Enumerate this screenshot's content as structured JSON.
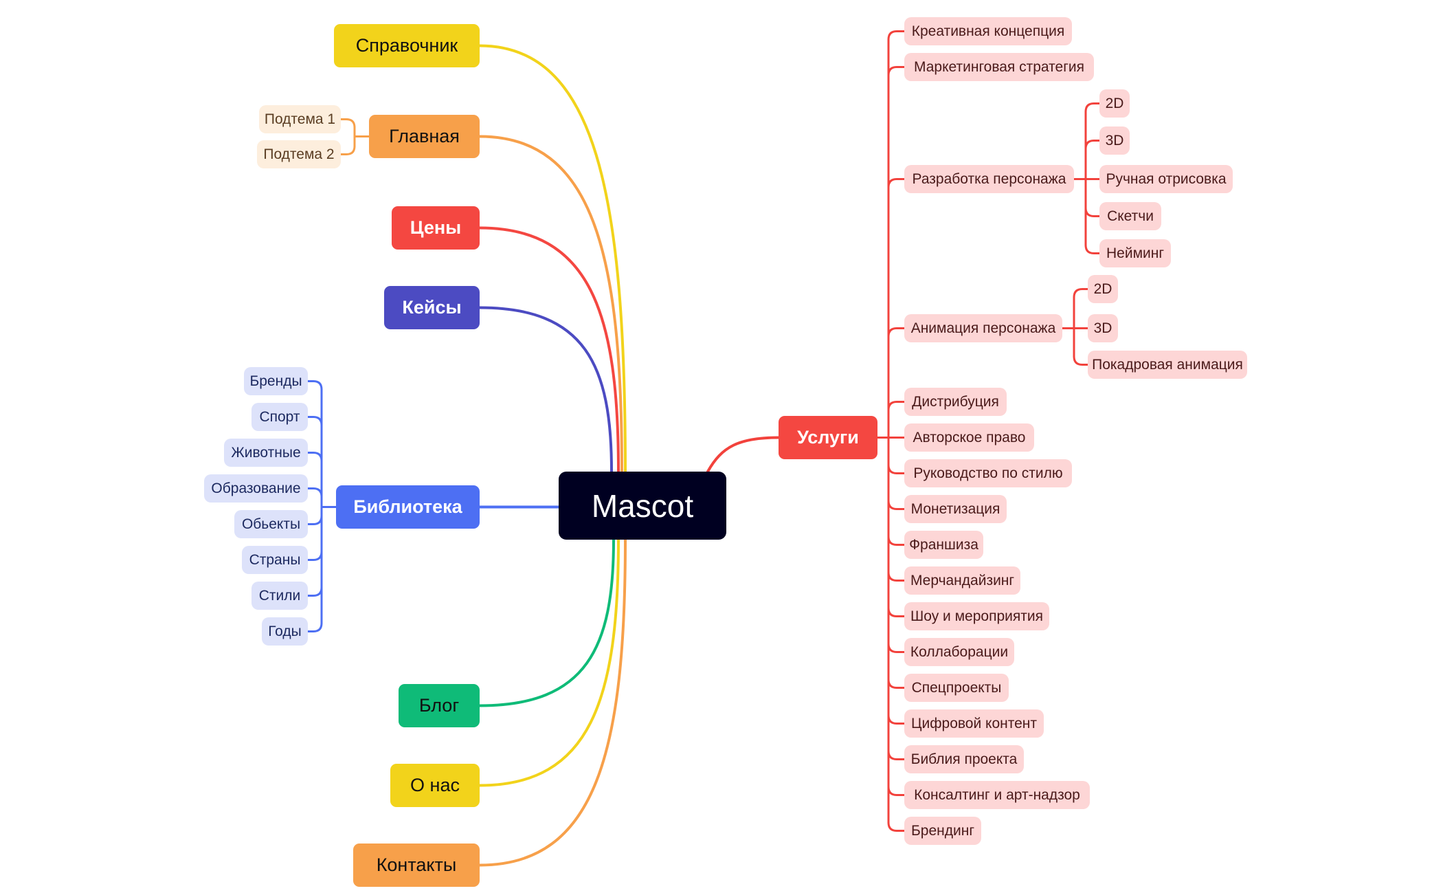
{
  "colors": {
    "root_bg": "#000021",
    "yellow": "#f2d31b",
    "orange": "#f7a04a",
    "red": "#f44741",
    "indigo": "#4c4bc2",
    "blue": "#4d6ff3",
    "green": "#0fbb78",
    "service_line": "#f2423c",
    "library_line": "#4d6ff3",
    "glavnaya_line": "#f7a04a"
  },
  "root": {
    "label": "Mascot"
  },
  "left_topics": [
    {
      "id": "spravochnik",
      "label": "Справочник",
      "color": "yellow",
      "text": "light"
    },
    {
      "id": "glavnaya",
      "label": "Главная",
      "color": "orange",
      "text": "light",
      "children": [
        "Подтема 1",
        "Подтема 2"
      ]
    },
    {
      "id": "ceny",
      "label": "Цены",
      "color": "red",
      "text": "dark"
    },
    {
      "id": "keysy",
      "label": "Кейсы",
      "color": "indigo",
      "text": "dark"
    },
    {
      "id": "biblioteka",
      "label": "Библиотека",
      "color": "blue",
      "text": "dark",
      "children": [
        "Бренды",
        "Спорт",
        "Животные",
        "Образование",
        "Обьекты",
        "Страны",
        "Стили",
        "Годы"
      ]
    },
    {
      "id": "blog",
      "label": "Блог",
      "color": "green",
      "text": "light"
    },
    {
      "id": "o-nas",
      "label": "О нас",
      "color": "yellow",
      "text": "light"
    },
    {
      "id": "kontakty",
      "label": "Контакты",
      "color": "orange",
      "text": "light"
    }
  ],
  "right_topics": [
    {
      "id": "uslugi",
      "label": "Услуги",
      "color": "red",
      "text": "dark",
      "children": [
        {
          "label": "Креативная концепция"
        },
        {
          "label": "Маркетинговая стратегия"
        },
        {
          "label": "Разработка персонажа",
          "children": [
            "2D",
            "3D",
            "Ручная отрисовка",
            "Скетчи",
            "Нейминг"
          ]
        },
        {
          "label": "Анимация персонажа",
          "children": [
            "2D",
            "3D",
            "Покадровая анимация"
          ]
        },
        {
          "label": "Дистрибуция"
        },
        {
          "label": "Авторское право"
        },
        {
          "label": "Руководство по стилю"
        },
        {
          "label": "Монетизация"
        },
        {
          "label": "Франшиза"
        },
        {
          "label": "Мерчандайзинг"
        },
        {
          "label": "Шоу и мероприятия"
        },
        {
          "label": "Коллаборации"
        },
        {
          "label": "Спецпроекты"
        },
        {
          "label": "Цифровой контент"
        },
        {
          "label": "Библия проекта"
        },
        {
          "label": "Консалтинг и арт-надзор"
        },
        {
          "label": "Брендинг"
        }
      ]
    }
  ]
}
